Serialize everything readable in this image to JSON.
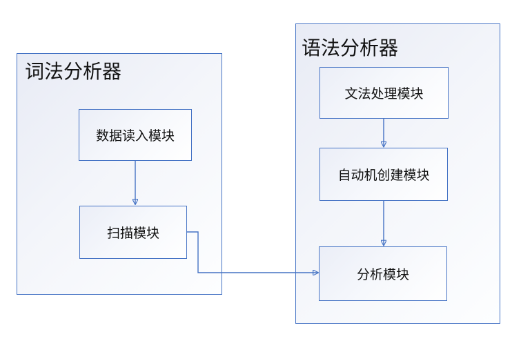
{
  "diagram": {
    "groups": [
      {
        "title": "词法分析器",
        "nodes": [
          "数据读入模块",
          "扫描模块"
        ]
      },
      {
        "title": "语法分析器",
        "nodes": [
          "文法处理模块",
          "自动机创建模块",
          "分析模块"
        ]
      }
    ],
    "edges": [
      {
        "from": "数据读入模块",
        "to": "扫描模块"
      },
      {
        "from": "文法处理模块",
        "to": "自动机创建模块"
      },
      {
        "from": "自动机创建模块",
        "to": "分析模块"
      },
      {
        "from": "扫描模块",
        "to": "分析模块"
      }
    ],
    "colors": {
      "border": "#4472C4",
      "fill_gradient_start": "#E8EBF5",
      "fill_gradient_end": "#FFFFFF",
      "text": "#111111",
      "background": "#FFFFFF"
    }
  }
}
